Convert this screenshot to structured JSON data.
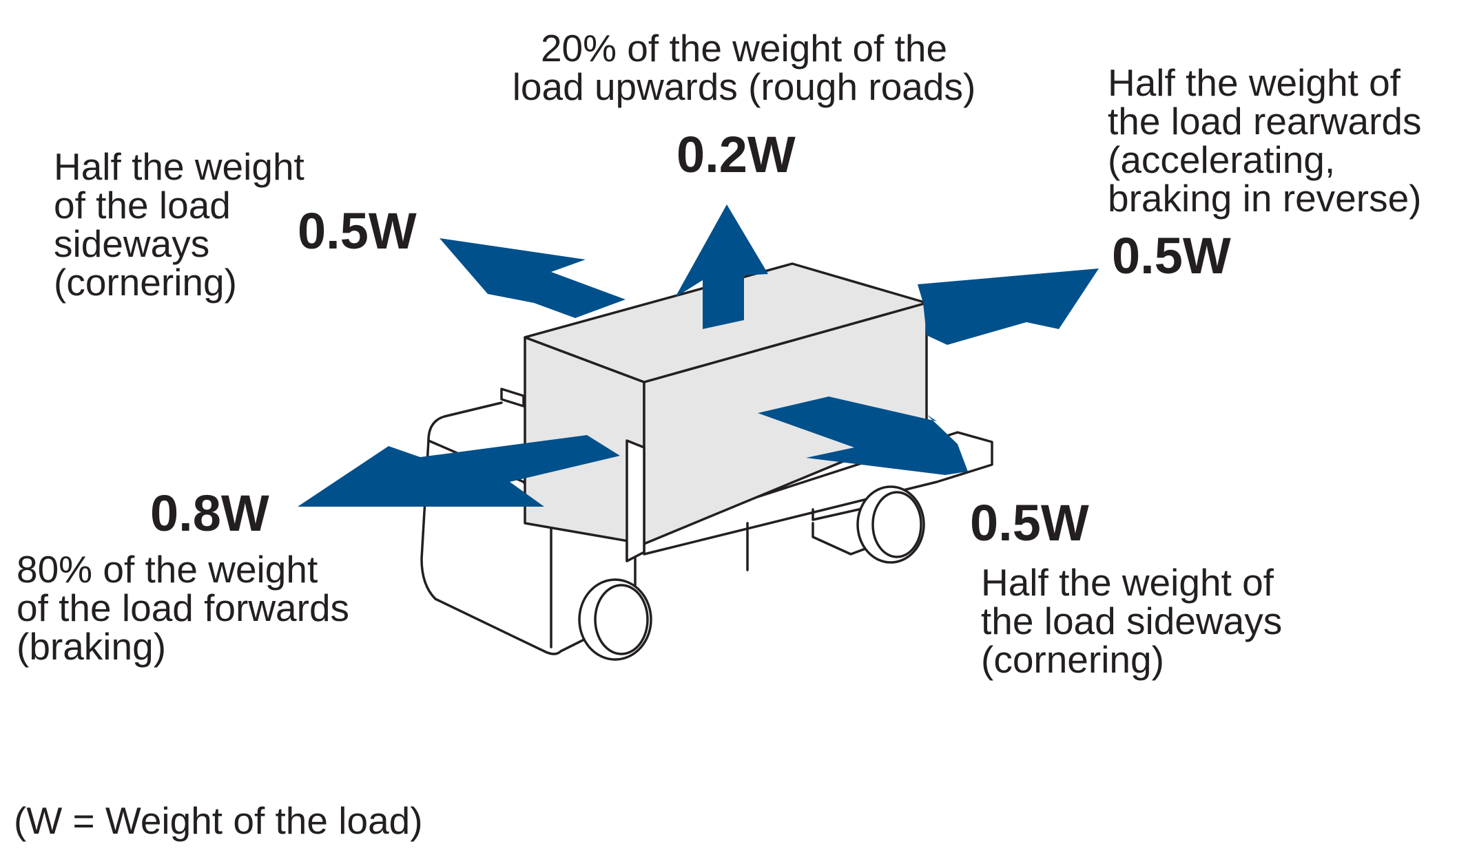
{
  "colors": {
    "arrow": "#00508c",
    "outline": "#231f20",
    "load_face": "#e6e6e6"
  },
  "forces": {
    "up": {
      "value": "0.2W",
      "lines": [
        "20% of the weight of the",
        "load upwards (rough roads)"
      ]
    },
    "side_left": {
      "value": "0.5W",
      "lines": [
        "Half the weight",
        "of the load",
        "sideways",
        "(cornering)"
      ]
    },
    "rear": {
      "value": "0.5W",
      "lines": [
        "Half the weight of",
        "the load rearwards",
        "(accelerating,",
        "braking in reverse)"
      ]
    },
    "forward": {
      "value": "0.8W",
      "lines": [
        "80% of the weight",
        "of the load forwards",
        "(braking)"
      ]
    },
    "side_right": {
      "value": "0.5W",
      "lines": [
        "Half the weight of",
        "the load sideways",
        "(cornering)"
      ]
    }
  },
  "footnote": "(W = Weight of the load)"
}
